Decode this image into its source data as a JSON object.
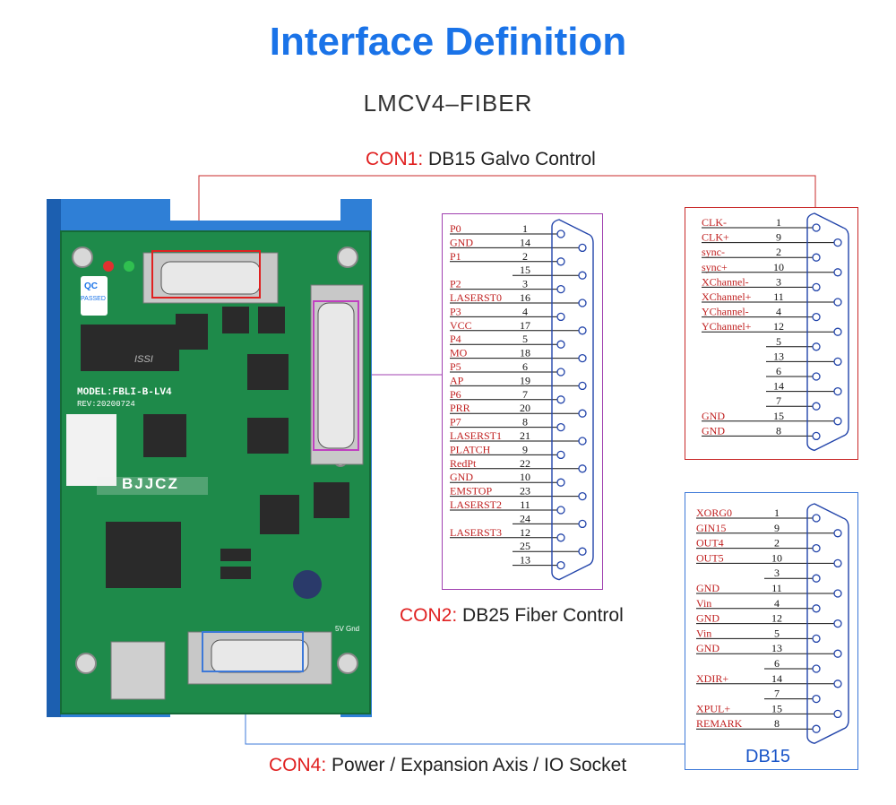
{
  "title": "Interface Definition",
  "subtitle": "LMCV4–FIBER",
  "con1": {
    "key": "CON1:",
    "text": "DB15 Galvo Control"
  },
  "con2": {
    "key": "CON2:",
    "text": "DB25 Fiber Control"
  },
  "con4": {
    "key": "CON4:",
    "text": "Power / Expansion Axis / IO Socket"
  },
  "board": {
    "model": "MODEL:FBLI-B-LV4",
    "rev": "REV:20200724",
    "brand": "BJJCZ",
    "qc": "QC",
    "passed": "PASSED",
    "chip_issi": "ISSI",
    "label_5v": "5V Gnd"
  },
  "colors": {
    "con1": "#c82828",
    "con2": "#a040b0",
    "con4": "#3c78d8",
    "board_blue": "#2f7fd6",
    "pcb": "#1e8a4a"
  },
  "db25_pins": [
    {
      "label": "P0",
      "num": "1"
    },
    {
      "label": "GND",
      "num": "14"
    },
    {
      "label": "P1",
      "num": "2"
    },
    {
      "label": "",
      "num": "15"
    },
    {
      "label": "P2",
      "num": "3"
    },
    {
      "label": "LASERST0",
      "num": "16"
    },
    {
      "label": "P3",
      "num": "4"
    },
    {
      "label": "VCC",
      "num": "17"
    },
    {
      "label": "P4",
      "num": "5"
    },
    {
      "label": "MO",
      "num": "18"
    },
    {
      "label": "P5",
      "num": "6"
    },
    {
      "label": "AP",
      "num": "19"
    },
    {
      "label": "P6",
      "num": "7"
    },
    {
      "label": "PRR",
      "num": "20"
    },
    {
      "label": "P7",
      "num": "8"
    },
    {
      "label": "LASERST1",
      "num": "21"
    },
    {
      "label": "PLATCH",
      "num": "9"
    },
    {
      "label": "RedPt",
      "num": "22"
    },
    {
      "label": "GND",
      "num": "10"
    },
    {
      "label": "EMSTOP",
      "num": "23"
    },
    {
      "label": "LASERST2",
      "num": "11"
    },
    {
      "label": "",
      "num": "24"
    },
    {
      "label": "LASERST3",
      "num": "12"
    },
    {
      "label": "",
      "num": "25"
    },
    {
      "label": "",
      "num": "13"
    }
  ],
  "db15_galvo_pins": [
    {
      "label": "CLK-",
      "num": "1"
    },
    {
      "label": "CLK+",
      "num": "9"
    },
    {
      "label": "sync-",
      "num": "2"
    },
    {
      "label": "sync+",
      "num": "10"
    },
    {
      "label": "XChannel-",
      "num": "3"
    },
    {
      "label": "XChannel+",
      "num": "11"
    },
    {
      "label": "YChannel-",
      "num": "4"
    },
    {
      "label": "YChannel+",
      "num": "12"
    },
    {
      "label": "",
      "num": "5"
    },
    {
      "label": "",
      "num": "13"
    },
    {
      "label": "",
      "num": "6"
    },
    {
      "label": "",
      "num": "14"
    },
    {
      "label": "",
      "num": "7"
    },
    {
      "label": "GND",
      "num": "15"
    },
    {
      "label": "GND",
      "num": "8"
    }
  ],
  "db15_io_pins": [
    {
      "label": "XORG0",
      "num": "1"
    },
    {
      "label": "GIN15",
      "num": "9"
    },
    {
      "label": "OUT4",
      "num": "2"
    },
    {
      "label": "OUT5",
      "num": "10"
    },
    {
      "label": "",
      "num": "3"
    },
    {
      "label": "GND",
      "num": "11"
    },
    {
      "label": "Vin",
      "num": "4"
    },
    {
      "label": "GND",
      "num": "12"
    },
    {
      "label": "Vin",
      "num": "5"
    },
    {
      "label": "GND",
      "num": "13"
    },
    {
      "label": "",
      "num": "6"
    },
    {
      "label": "XDIR+",
      "num": "14"
    },
    {
      "label": "",
      "num": "7"
    },
    {
      "label": "XPUL+",
      "num": "15"
    },
    {
      "label": "REMARK",
      "num": "8"
    }
  ],
  "db15_io_caption": "DB15"
}
